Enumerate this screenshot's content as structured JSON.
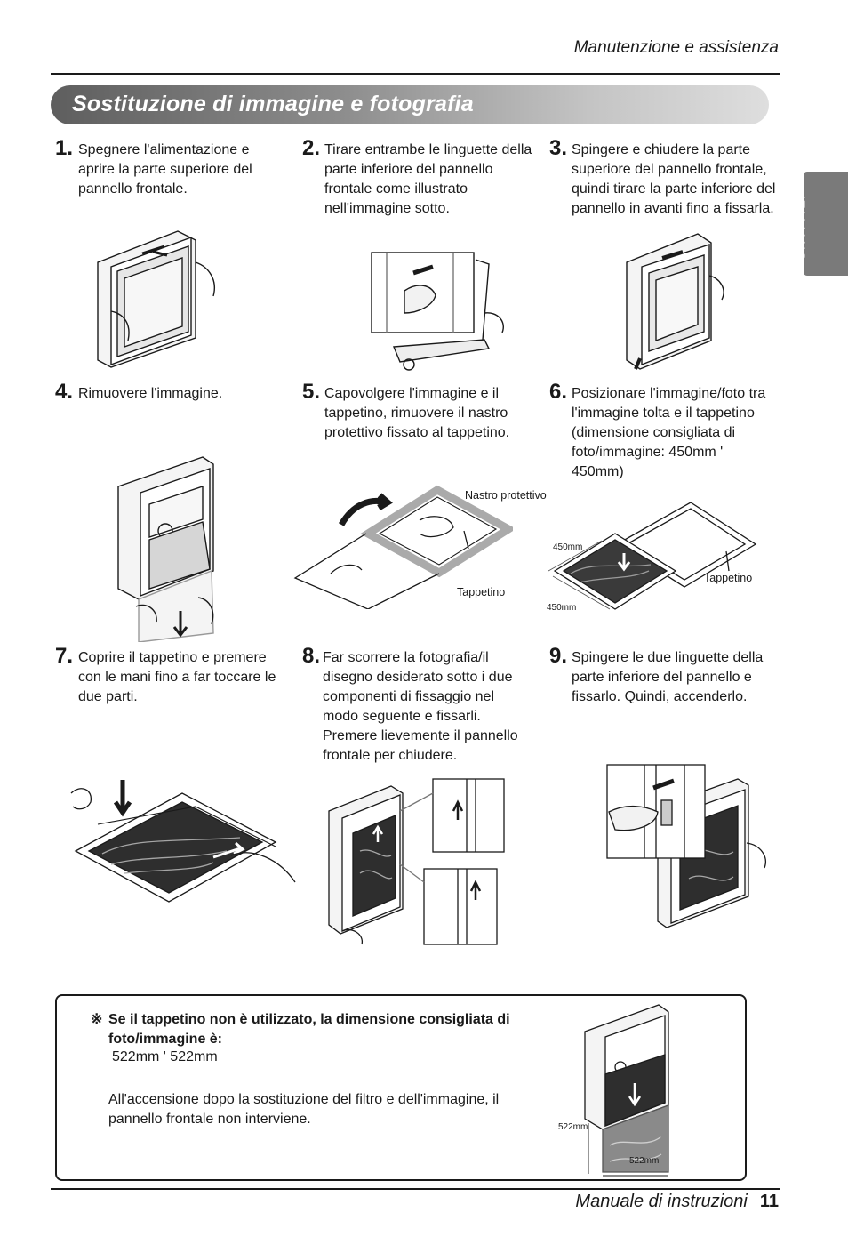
{
  "header": {
    "section": "Manutenzione e assistenza"
  },
  "title": "Sostituzione di immagine e fotografia",
  "side_tab": "ITALIANO",
  "steps": [
    {
      "num": "1.",
      "text": "Spegnere l'alimentazione e aprire la parte superiore del pannello frontale."
    },
    {
      "num": "2.",
      "text": "Tirare entrambe le linguette della parte inferiore del pannello frontale come illustrato nell'immagine sotto."
    },
    {
      "num": "3.",
      "text": "Spingere e chiudere la parte superiore del pannello frontale, quindi tirare la parte inferiore del pannello in avanti fino a fissarla."
    },
    {
      "num": "4.",
      "text": "Rimuovere l'immagine."
    },
    {
      "num": "5.",
      "text": "Capovolgere l'immagine e il tappetino, rimuovere il nastro protettivo fissato al tappetino."
    },
    {
      "num": "6.",
      "text": "Posizionare l'immagine/foto tra l'immagine tolta e il tappetino (dimensione consigliata di foto/immagine: 450mm ' 450mm)"
    },
    {
      "num": "7.",
      "text": "Coprire il tappetino e premere con le mani fino a far toccare le due parti."
    },
    {
      "num": "8.",
      "text": "Far scorrere la fotografia/il disegno desiderato sotto i due componenti di fissaggio nel modo seguente e fissarli. Premere lievemente il pannello frontale per chiudere."
    },
    {
      "num": "9.",
      "text": "Spingere le due linguette della parte inferiore del pannello e fissarlo. Quindi, accenderlo."
    }
  ],
  "figure_labels": {
    "nastro": "Nastro protettivo",
    "tappetino5": "Tappetino",
    "tappetino6": "Tappetino",
    "dim6_top": "450mm",
    "dim6_bottom": "450mm",
    "dim_note_left": "522mm",
    "dim_note_bottom": "522mm"
  },
  "note": {
    "mark": "※",
    "heading": "Se il tappetino non è utilizzato, la dimensione consigliata di foto/immagine è:",
    "dimension": "522mm '  522mm",
    "body": "All'accensione dopo la sostituzione del filtro e dell'immagine, il pannello frontale non interviene."
  },
  "footer": {
    "label": "Manuale di instruzioni",
    "page": "11"
  }
}
